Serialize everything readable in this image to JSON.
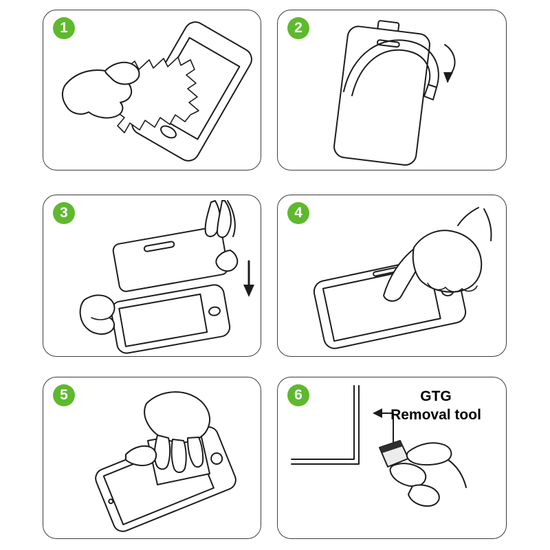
{
  "colors": {
    "badge_green": "#5eb92e",
    "line_ink": "#1c1c1c"
  },
  "panels": [
    {
      "number": "1",
      "name": "clean-the-screen"
    },
    {
      "number": "2",
      "name": "peel-backing-film"
    },
    {
      "number": "3",
      "name": "align-protector-over-screen"
    },
    {
      "number": "4",
      "name": "press-to-apply"
    },
    {
      "number": "5",
      "name": "smooth-out-bubbles"
    },
    {
      "number": "6",
      "name": "use-removal-tool",
      "label": {
        "line1": "GTG",
        "line2": "Removal tool"
      }
    }
  ]
}
